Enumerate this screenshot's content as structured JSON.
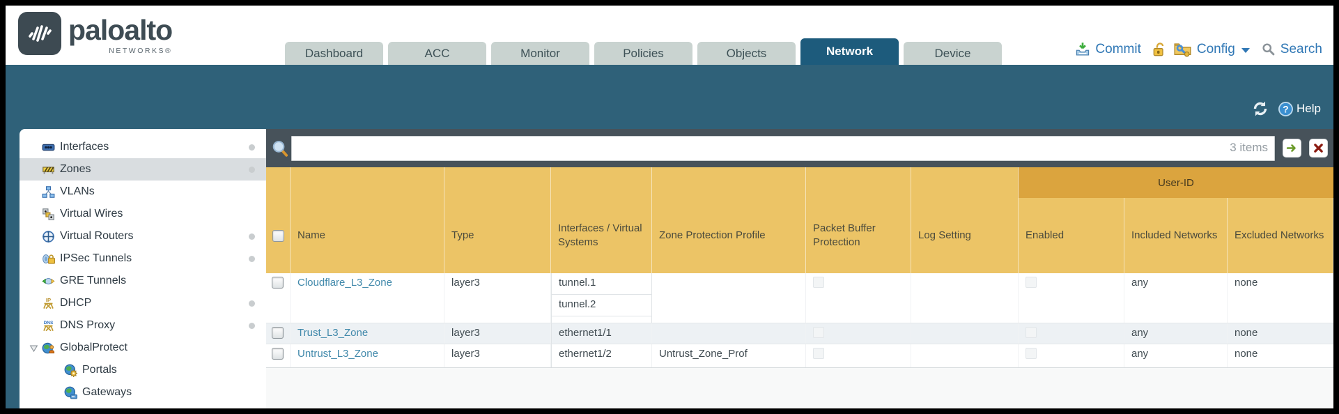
{
  "colors": {
    "teal_band": "#2f6179",
    "table_header_gold": "#ecc466",
    "user_id_band_gold": "#dba43e",
    "search_row_slate": "#47525a",
    "active_tab": "#1d5b7c",
    "tab_bg": "#c9d3d0",
    "link_blue": "#4189ab",
    "action_blue": "#2f77b5",
    "alt_row": "#edf1f4"
  },
  "header": {
    "brand": {
      "name": "paloalto",
      "sub": "NETWORKS®"
    },
    "tabs": [
      {
        "label": "Dashboard"
      },
      {
        "label": "ACC"
      },
      {
        "label": "Monitor"
      },
      {
        "label": "Policies"
      },
      {
        "label": "Objects"
      },
      {
        "label": "Network",
        "active": true
      },
      {
        "label": "Device"
      }
    ],
    "actions": {
      "commit": "Commit",
      "config": "Config",
      "search": "Search"
    }
  },
  "toolbar": {
    "help_label": "Help"
  },
  "sidebar": {
    "items": [
      {
        "label": "Interfaces",
        "icon": "interfaces-icon",
        "has_dot": true
      },
      {
        "label": "Zones",
        "icon": "zones-icon",
        "has_dot": true,
        "selected": true
      },
      {
        "label": "VLANs",
        "icon": "vlans-icon",
        "has_dot": false
      },
      {
        "label": "Virtual Wires",
        "icon": "virtual-wires-icon",
        "has_dot": false
      },
      {
        "label": "Virtual Routers",
        "icon": "virtual-routers-icon",
        "has_dot": true
      },
      {
        "label": "IPSec Tunnels",
        "icon": "ipsec-tunnels-icon",
        "has_dot": true
      },
      {
        "label": "GRE Tunnels",
        "icon": "gre-tunnels-icon",
        "has_dot": false
      },
      {
        "label": "DHCP",
        "icon": "dhcp-icon",
        "has_dot": true
      },
      {
        "label": "DNS Proxy",
        "icon": "dns-proxy-icon",
        "has_dot": true
      },
      {
        "label": "GlobalProtect",
        "icon": "globalprotect-icon",
        "has_dot": false,
        "expanded": true
      },
      {
        "label": "Portals",
        "icon": "portals-icon",
        "has_dot": false,
        "indent": true
      },
      {
        "label": "Gateways",
        "icon": "gateways-icon",
        "has_dot": false,
        "indent": true
      }
    ]
  },
  "search_bar": {
    "value": "",
    "count": "3 items"
  },
  "table": {
    "group_header": "User-ID",
    "columns": [
      "Name",
      "Type",
      "Interfaces / Virtual Systems",
      "Zone Protection Profile",
      "Packet Buffer Protection",
      "Log Setting",
      "Enabled",
      "Included Networks",
      "Excluded Networks"
    ],
    "rows": [
      {
        "name": "Cloudflare_L3_Zone",
        "type": "layer3",
        "interfaces": [
          "tunnel.1",
          "tunnel.2"
        ],
        "zone_protection_profile": "",
        "log_setting": "",
        "included_networks": "any",
        "excluded_networks": "none"
      },
      {
        "name": "Trust_L3_Zone",
        "type": "layer3",
        "interfaces": [
          "ethernet1/1"
        ],
        "zone_protection_profile": "",
        "log_setting": "",
        "included_networks": "any",
        "excluded_networks": "none"
      },
      {
        "name": "Untrust_L3_Zone",
        "type": "layer3",
        "interfaces": [
          "ethernet1/2"
        ],
        "zone_protection_profile": "Untrust_Zone_Prof",
        "log_setting": "",
        "included_networks": "any",
        "excluded_networks": "none"
      }
    ]
  }
}
